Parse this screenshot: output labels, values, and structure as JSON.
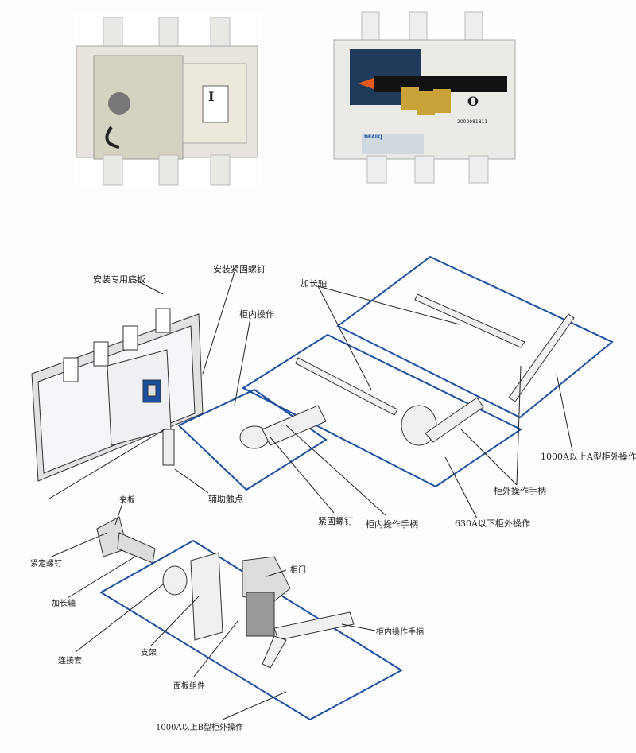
{
  "photos": {
    "left_switch_symbol": "I",
    "right_switch_symbol": "O",
    "right_serial": "2000081811",
    "right_brand": "DEAIKJ"
  },
  "labels": {
    "mounting_base_plate": "安装专用底板",
    "mounting_screw": "安装紧固螺钉",
    "inside_operation": "柜内操作",
    "extension_shaft_top": "加长轴",
    "auxiliary_contact": "辅助触点",
    "fastening_screw": "紧固螺钉",
    "inside_handle_top": "柜内操作手柄",
    "below_630a": "630A以下柜外操作",
    "outside_handle": "柜外操作手柄",
    "above_1000a_type_a": "1000A以上A型柜外操作",
    "clamp_plate": "夹板",
    "set_screw": "紧定螺钉",
    "extension_shaft_bottom": "加长轴",
    "cabinet_door": "柜门",
    "coupling_sleeve": "连接套",
    "bracket": "支架",
    "panel_assembly": "面板组件",
    "inside_handle_bottom": "柜内操作手柄",
    "above_1000a_type_b": "1000A以上B型柜外操作"
  },
  "colors": {
    "frame_blue": "#1a4fa0",
    "lock_gold": "#c9a23a",
    "handle_orange": "#e8581c"
  }
}
